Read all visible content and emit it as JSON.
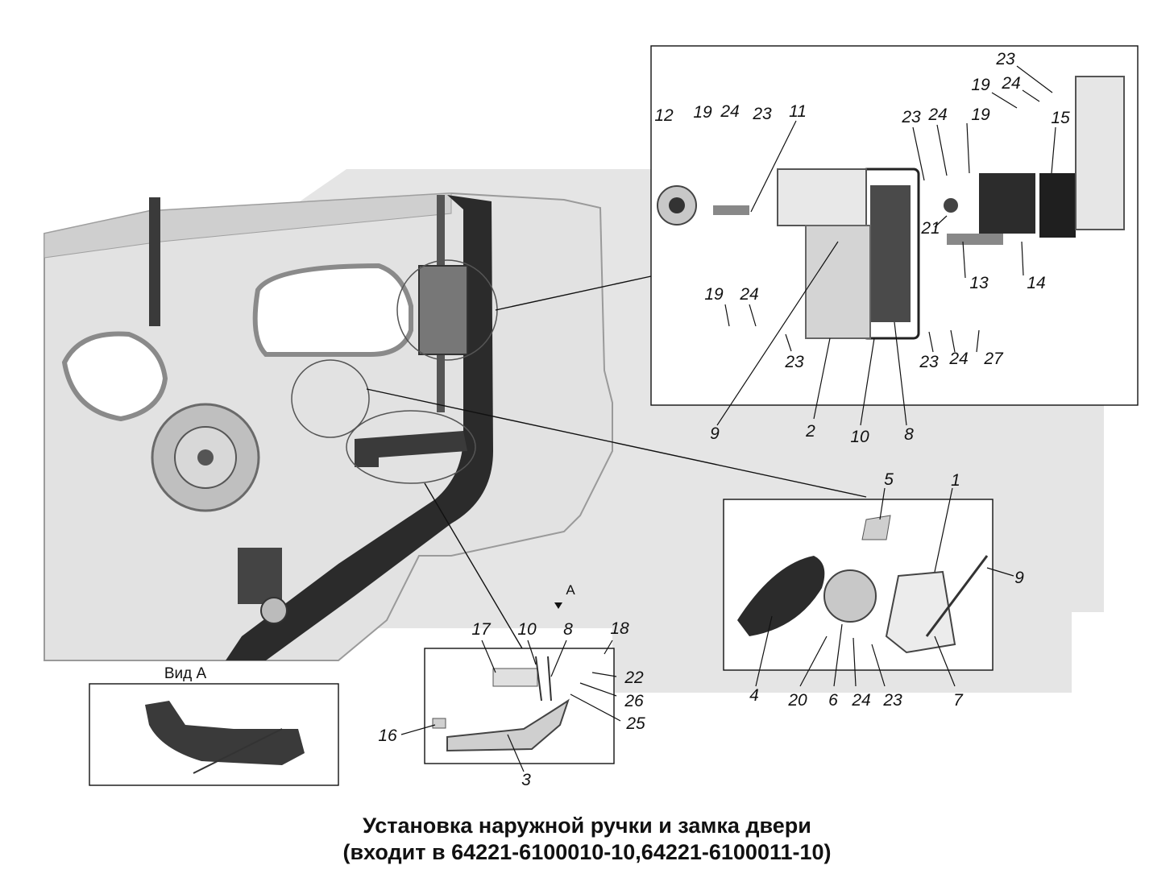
{
  "caption": {
    "line1": "Установка наружной ручки и замка двери",
    "line2": "(входит в 64221-6100010-10,64221-6100011-10)"
  },
  "view_a": {
    "title": "Вид А",
    "arrow_label": "А"
  },
  "callouts": {
    "top_assembly": [
      "23",
      "24",
      "19",
      "15",
      "12",
      "19",
      "24",
      "23",
      "11",
      "23",
      "24",
      "19",
      "21",
      "13",
      "14",
      "19",
      "24",
      "23",
      "23",
      "24",
      "27",
      "9",
      "2",
      "10",
      "8"
    ],
    "lower_right_assembly": [
      "5",
      "1",
      "9",
      "4",
      "20",
      "6",
      "24",
      "23",
      "7"
    ],
    "handle_detail": [
      "17",
      "10",
      "8",
      "18",
      "22",
      "26",
      "25",
      "16",
      "3"
    ]
  },
  "colors": {
    "watermark": "#d9d9d9",
    "door_panel": "#dedede",
    "seal": "#2a2a2a",
    "line": "#111111"
  }
}
